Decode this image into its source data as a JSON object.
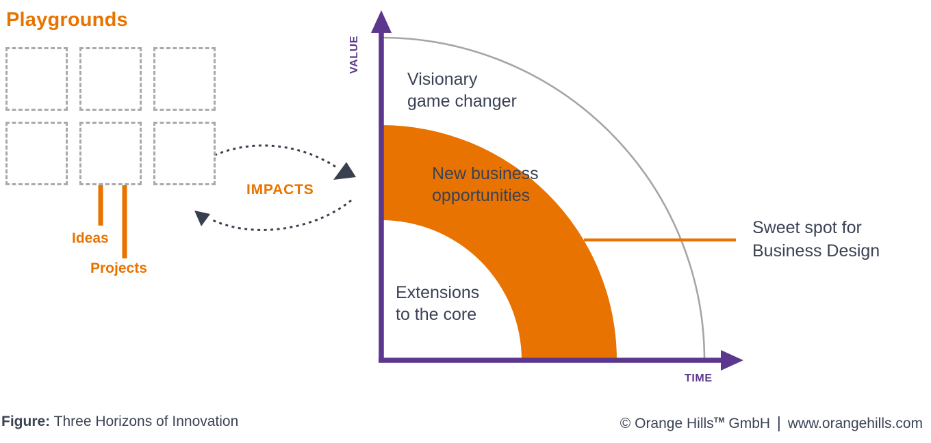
{
  "palette": {
    "orange": "#E87300",
    "purple": "#5C378E",
    "slate": "#3A4254",
    "arc_gray": "#A5A5A5",
    "square_gray": "#A9A9A9"
  },
  "playgrounds": {
    "title": "Playgrounds",
    "ideas_label": "Ideas",
    "projects_label": "Projects",
    "cell_count": 6
  },
  "impacts_label": "IMPACTS",
  "chart": {
    "y_axis_label": "VALUE",
    "x_axis_label": "TIME",
    "horizons": {
      "visionary": "Visionary\ngame changer",
      "new_business": "New business\nopportunities",
      "extensions": "Extensions\nto the core"
    },
    "sweet_spot": "Sweet spot for\nBusiness Design"
  },
  "footer": {
    "figure_label": "Figure:",
    "figure_title": "Three Horizons of Innovation",
    "credit_copyright": "©",
    "credit_name": "Orange Hills",
    "credit_tm": "TM",
    "credit_company": "GmbH",
    "credit_separator": "|",
    "credit_url": "www.orangehills.com"
  }
}
